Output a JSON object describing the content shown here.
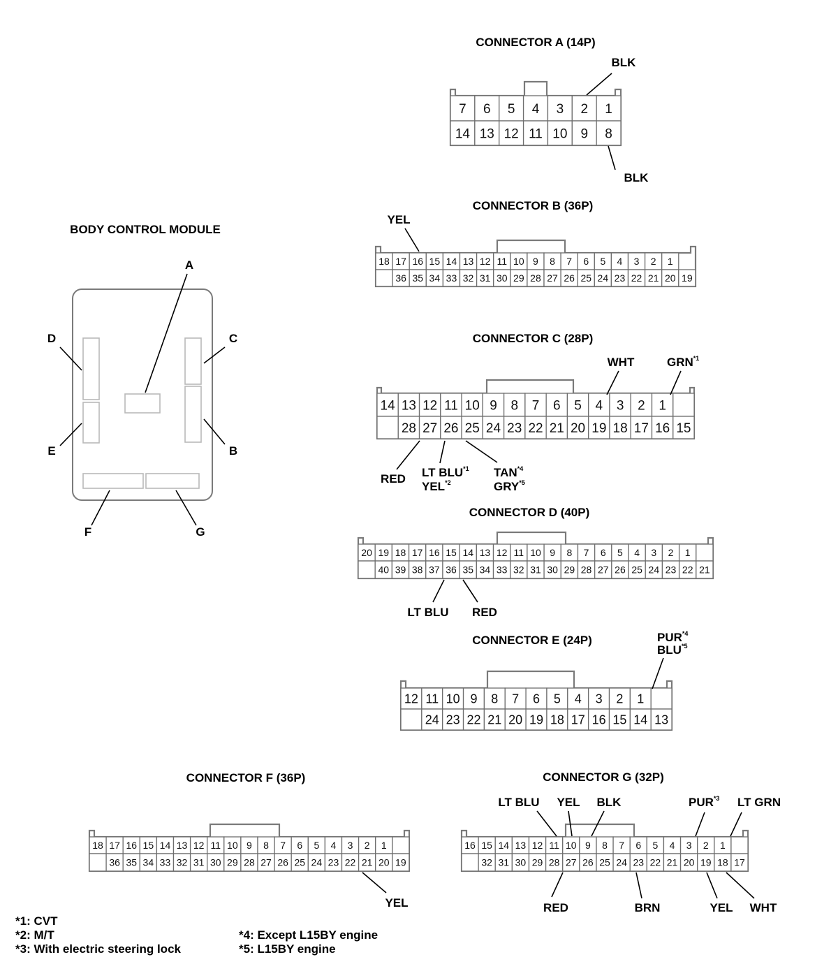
{
  "module": {
    "title": "BODY CONTROL MODULE",
    "ports": {
      "A": "A",
      "B": "B",
      "C": "C",
      "D": "D",
      "E": "E",
      "F": "F",
      "G": "G"
    }
  },
  "connectors": {
    "A": {
      "title": "CONNECTOR A (14P)",
      "top_row": [
        "7",
        "6",
        "5",
        "4",
        "3",
        "2",
        "1"
      ],
      "bottom_row": [
        "14",
        "13",
        "12",
        "11",
        "10",
        "9",
        "8"
      ],
      "wires": [
        {
          "id": "a2",
          "text": "BLK",
          "sup": ""
        },
        {
          "id": "a8",
          "text": "BLK",
          "sup": ""
        }
      ]
    },
    "B": {
      "title": "CONNECTOR B (36P)",
      "top_row": [
        "18",
        "17",
        "16",
        "15",
        "14",
        "13",
        "12",
        "11",
        "10",
        "9",
        "8",
        "7",
        "6",
        "5",
        "4",
        "3",
        "2",
        "1"
      ],
      "bottom_row": [
        "",
        "36",
        "35",
        "34",
        "33",
        "32",
        "31",
        "30",
        "29",
        "28",
        "27",
        "26",
        "25",
        "24",
        "23",
        "22",
        "21",
        "20",
        "19"
      ],
      "wires": [
        {
          "id": "b16",
          "text": "YEL",
          "sup": ""
        }
      ]
    },
    "C": {
      "title": "CONNECTOR C (28P)",
      "top_row": [
        "14",
        "13",
        "12",
        "11",
        "10",
        "9",
        "8",
        "7",
        "6",
        "5",
        "4",
        "3",
        "2",
        "1",
        ""
      ],
      "bottom_row": [
        "",
        "28",
        "27",
        "26",
        "25",
        "24",
        "23",
        "22",
        "21",
        "20",
        "19",
        "18",
        "17",
        "16",
        "15"
      ],
      "wires": [
        {
          "id": "c4",
          "text": "WHT",
          "sup": ""
        },
        {
          "id": "c1",
          "text": "GRN",
          "sup": "*1"
        },
        {
          "id": "c27",
          "text": "RED",
          "sup": ""
        },
        {
          "id": "c26a",
          "text": "LT BLU",
          "sup": "*1"
        },
        {
          "id": "c26b",
          "text": "YEL",
          "sup": "*2"
        },
        {
          "id": "c25a",
          "text": "TAN",
          "sup": "*4"
        },
        {
          "id": "c25b",
          "text": "GRY",
          "sup": "*5"
        }
      ]
    },
    "D": {
      "title": "CONNECTOR D (40P)",
      "top_row": [
        "20",
        "19",
        "18",
        "17",
        "16",
        "15",
        "14",
        "13",
        "12",
        "11",
        "10",
        "9",
        "8",
        "7",
        "6",
        "5",
        "4",
        "3",
        "2",
        "1",
        ""
      ],
      "bottom_row": [
        "",
        "40",
        "39",
        "38",
        "37",
        "36",
        "35",
        "34",
        "33",
        "32",
        "31",
        "30",
        "29",
        "28",
        "27",
        "26",
        "25",
        "24",
        "23",
        "22",
        "21"
      ],
      "wires": [
        {
          "id": "d36",
          "text": "LT BLU",
          "sup": ""
        },
        {
          "id": "d35",
          "text": "RED",
          "sup": ""
        }
      ]
    },
    "E": {
      "title": "CONNECTOR E (24P)",
      "top_row": [
        "12",
        "11",
        "10",
        "9",
        "8",
        "7",
        "6",
        "5",
        "4",
        "3",
        "2",
        "1",
        ""
      ],
      "bottom_row": [
        "",
        "24",
        "23",
        "22",
        "21",
        "20",
        "19",
        "18",
        "17",
        "16",
        "15",
        "14",
        "13"
      ],
      "wires": [
        {
          "id": "e1a",
          "text": "PUR",
          "sup": "*4"
        },
        {
          "id": "e1b",
          "text": "BLU",
          "sup": "*5"
        }
      ]
    },
    "F": {
      "title": "CONNECTOR F (36P)",
      "top_row": [
        "18",
        "17",
        "16",
        "15",
        "14",
        "13",
        "12",
        "11",
        "10",
        "9",
        "8",
        "7",
        "6",
        "5",
        "4",
        "3",
        "2",
        "1",
        ""
      ],
      "bottom_row": [
        "",
        "36",
        "35",
        "34",
        "33",
        "32",
        "31",
        "30",
        "29",
        "28",
        "27",
        "26",
        "25",
        "24",
        "23",
        "22",
        "21",
        "20",
        "19"
      ],
      "wires": [
        {
          "id": "f21",
          "text": "YEL",
          "sup": ""
        }
      ]
    },
    "G": {
      "title": "CONNECTOR G (32P)",
      "top_row": [
        "16",
        "15",
        "14",
        "13",
        "12",
        "11",
        "10",
        "9",
        "8",
        "7",
        "6",
        "5",
        "4",
        "3",
        "2",
        "1",
        ""
      ],
      "bottom_row": [
        "",
        "32",
        "31",
        "30",
        "29",
        "28",
        "27",
        "26",
        "25",
        "24",
        "23",
        "22",
        "21",
        "20",
        "19",
        "18",
        "17"
      ],
      "wires": [
        {
          "id": "g11",
          "text": "LT BLU",
          "sup": ""
        },
        {
          "id": "g10",
          "text": "YEL",
          "sup": ""
        },
        {
          "id": "g9",
          "text": "BLK",
          "sup": ""
        },
        {
          "id": "g3",
          "text": "PUR",
          "sup": "*3"
        },
        {
          "id": "g1",
          "text": "LT GRN",
          "sup": ""
        },
        {
          "id": "g27",
          "text": "RED",
          "sup": ""
        },
        {
          "id": "g23",
          "text": "BRN",
          "sup": ""
        },
        {
          "id": "g19",
          "text": "YEL",
          "sup": ""
        },
        {
          "id": "g18",
          "text": "WHT",
          "sup": ""
        }
      ]
    }
  },
  "footnotes": [
    "*1: CVT",
    "*2: M/T",
    "*3: With electric steering lock",
    "*4: Except L15BY engine",
    "*5: L15BY engine"
  ]
}
